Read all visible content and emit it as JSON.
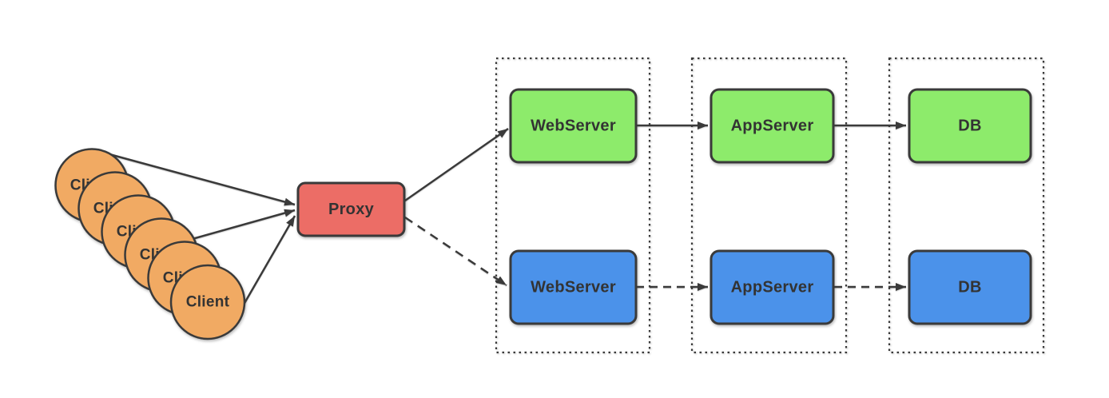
{
  "colors": {
    "background": "#ffffff",
    "client_fill": "#f1aa63",
    "proxy_fill": "#ec6d66",
    "green_fill": "#8deb6b",
    "blue_fill": "#4b92ea",
    "stroke": "#3a3a3a",
    "label_text": "#333333"
  },
  "nodes": {
    "client": {
      "label": "Client",
      "count": 6
    },
    "proxy": {
      "label": "Proxy"
    },
    "green_path": {
      "webserver": "WebServer",
      "appserver": "AppServer",
      "db": "DB"
    },
    "blue_path": {
      "webserver": "WebServer",
      "appserver": "AppServer",
      "db": "DB"
    }
  },
  "edges": {
    "client_to_proxy": "solid",
    "proxy_to_green_webserver": "solid",
    "proxy_to_blue_webserver": "dashed",
    "green_webserver_to_appserver": "solid",
    "green_appserver_to_db": "solid",
    "blue_webserver_to_appserver": "dashed",
    "blue_appserver_to_db": "dashed"
  }
}
